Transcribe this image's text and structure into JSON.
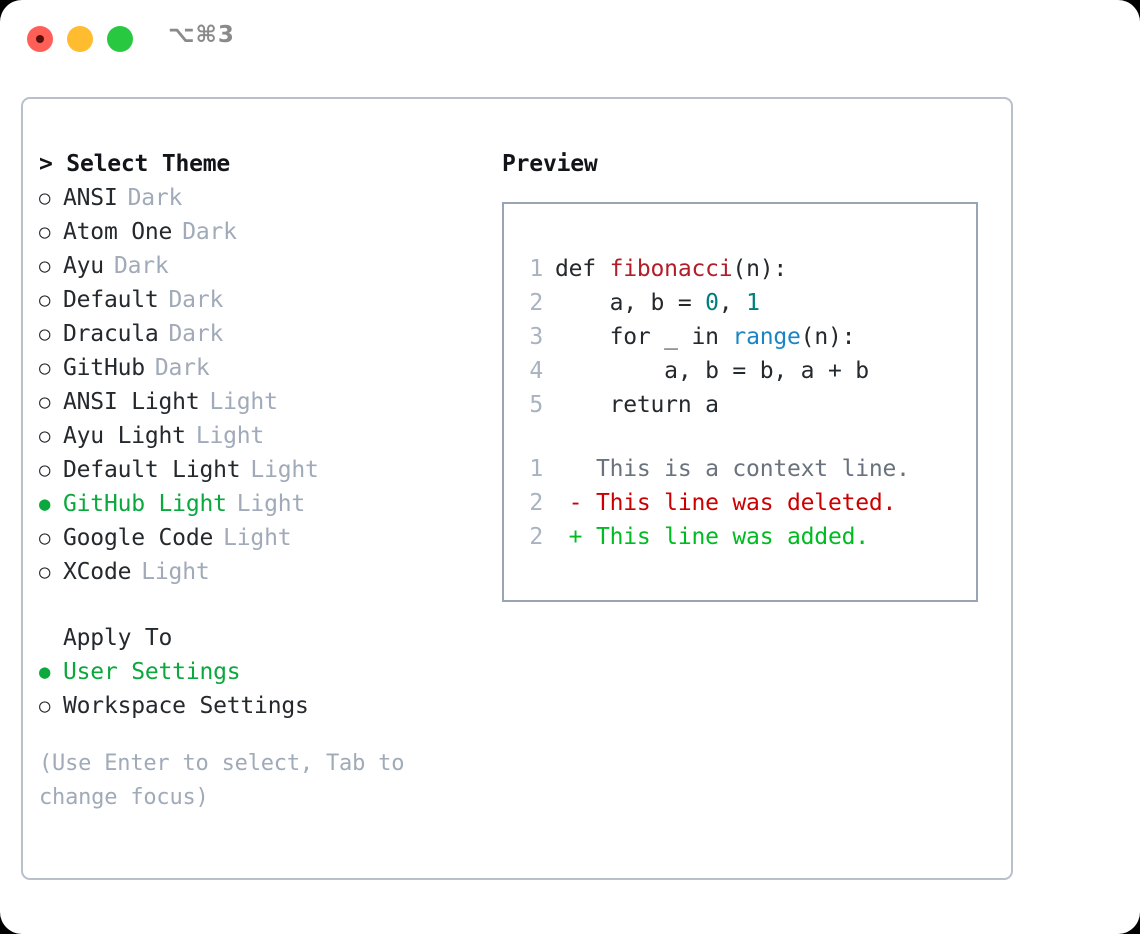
{
  "titlebar": {
    "shortcut": "⌥⌘3",
    "lights": [
      "close",
      "minimize",
      "zoom"
    ]
  },
  "theme_picker": {
    "header": "> Select Theme",
    "marker_selected": "●",
    "marker_unselected": "○",
    "selected_color": "#0ba83e",
    "tag_color": "#a0aab8",
    "items": [
      {
        "name": "ANSI",
        "tag": "Dark",
        "selected": false
      },
      {
        "name": "Atom One",
        "tag": "Dark",
        "selected": false
      },
      {
        "name": "Ayu",
        "tag": "Dark",
        "selected": false
      },
      {
        "name": "Default",
        "tag": "Dark",
        "selected": false
      },
      {
        "name": "Dracula",
        "tag": "Dark",
        "selected": false
      },
      {
        "name": "GitHub",
        "tag": "Dark",
        "selected": false
      },
      {
        "name": "ANSI Light",
        "tag": "Light",
        "selected": false
      },
      {
        "name": "Ayu Light",
        "tag": "Light",
        "selected": false
      },
      {
        "name": "Default Light",
        "tag": "Light",
        "selected": false
      },
      {
        "name": "GitHub Light",
        "tag": "Light",
        "selected": true
      },
      {
        "name": "Google Code",
        "tag": "Light",
        "selected": false
      },
      {
        "name": "XCode",
        "tag": "Light",
        "selected": false
      }
    ]
  },
  "apply_to": {
    "header": "Apply To",
    "items": [
      {
        "name": "User Settings",
        "selected": true
      },
      {
        "name": "Workspace Settings",
        "selected": false
      }
    ]
  },
  "hint": "(Use Enter to select, Tab to change focus)",
  "preview": {
    "header": "Preview",
    "code_lines": [
      {
        "n": "1",
        "segments": [
          {
            "t": "def ",
            "c": "plain"
          },
          {
            "t": "fibonacci",
            "c": "fn"
          },
          {
            "t": "(n):",
            "c": "plain"
          }
        ]
      },
      {
        "n": "2",
        "segments": [
          {
            "t": "    a, b = ",
            "c": "plain"
          },
          {
            "t": "0",
            "c": "num"
          },
          {
            "t": ", ",
            "c": "plain"
          },
          {
            "t": "1",
            "c": "num"
          }
        ]
      },
      {
        "n": "3",
        "segments": [
          {
            "t": "    for _ in ",
            "c": "plain"
          },
          {
            "t": "range",
            "c": "call"
          },
          {
            "t": "(n):",
            "c": "plain"
          }
        ]
      },
      {
        "n": "4",
        "segments": [
          {
            "t": "        a, b = b, a + b",
            "c": "plain"
          }
        ]
      },
      {
        "n": "5",
        "segments": [
          {
            "t": "    return a",
            "c": "plain"
          }
        ]
      }
    ],
    "diff_lines": [
      {
        "n": "1",
        "sign": " ",
        "text": " This is a context line.",
        "kind": "ctx"
      },
      {
        "n": "2",
        "sign": "-",
        "text": " This line was deleted.",
        "kind": "del"
      },
      {
        "n": "2",
        "sign": "+",
        "text": " This line was added.",
        "kind": "add"
      }
    ]
  }
}
